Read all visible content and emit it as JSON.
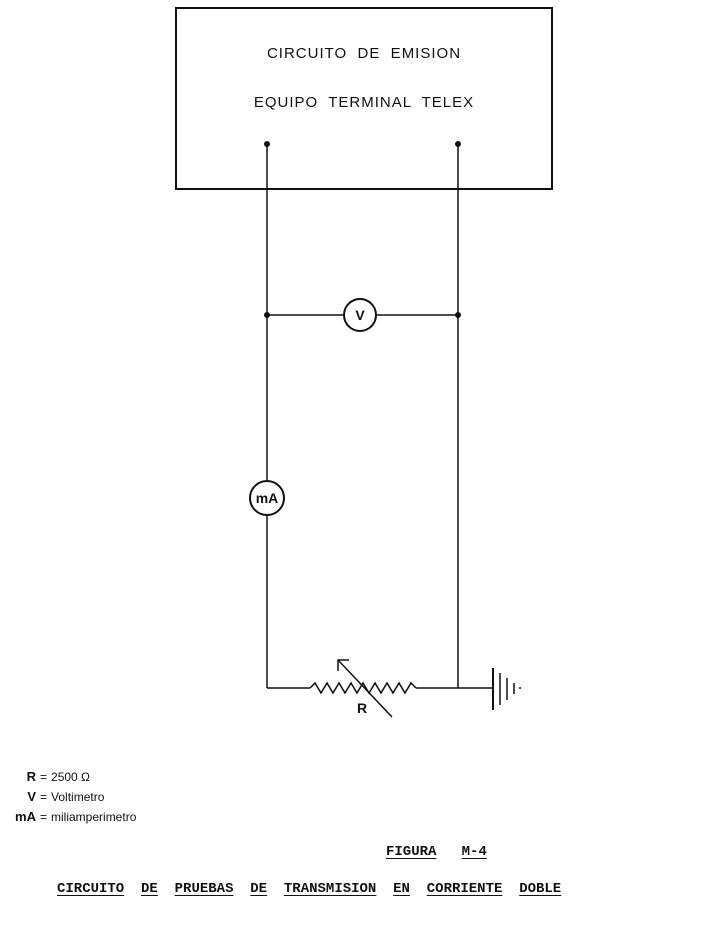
{
  "terminal_box": {
    "line1": "CIRCUITO  DE  EMISION",
    "line2": "EQUIPO  TERMINAL  TELEX"
  },
  "meters": {
    "voltmeter_symbol": "V",
    "milliammeter_symbol": "mA"
  },
  "resistor": {
    "symbol": "R"
  },
  "legend": [
    {
      "symbol": "R",
      "description": "2500 Ω"
    },
    {
      "symbol": "V",
      "description": "Voltimetro"
    },
    {
      "symbol": "mA",
      "description": "miliamperimetro"
    }
  ],
  "figure": {
    "label_words": [
      "FIGURA",
      "M-4"
    ],
    "caption_words": [
      "CIRCUITO",
      "DE",
      "PRUEBAS",
      "DE",
      "TRANSMISION",
      "EN",
      "CORRIENTE",
      "DOBLE"
    ]
  }
}
